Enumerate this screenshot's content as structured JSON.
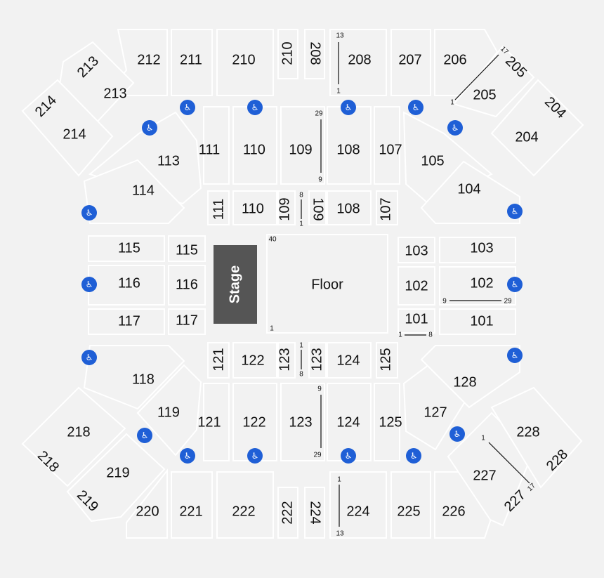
{
  "venue_map": {
    "stage_label": "Stage",
    "floor_label": "Floor",
    "floor_rows": {
      "top": "40",
      "bottom": "1"
    },
    "upper_level": {
      "top": [
        "212",
        "211",
        "210",
        "210",
        "208",
        "208",
        "207",
        "206",
        "205",
        "205",
        "204",
        "204",
        "213",
        "213",
        "214",
        "214"
      ],
      "bottom": [
        "218",
        "218",
        "219",
        "219",
        "220",
        "221",
        "222",
        "222",
        "224",
        "224",
        "225",
        "226",
        "227",
        "227",
        "228",
        "228"
      ]
    },
    "lower_level": {
      "top": [
        "113",
        "111",
        "110",
        "109",
        "108",
        "107",
        "105",
        "114",
        "104"
      ],
      "bottom": [
        "118",
        "119",
        "121",
        "122",
        "123",
        "124",
        "125",
        "127",
        "128"
      ]
    },
    "floor_sections": {
      "top": [
        "111",
        "110",
        "109",
        "109",
        "108",
        "107"
      ],
      "left": [
        "115",
        "116",
        "117"
      ],
      "right": [
        "103",
        "102",
        "101"
      ],
      "bottom": [
        "121",
        "122",
        "123",
        "123",
        "124",
        "125"
      ]
    },
    "side_sections": {
      "left": [
        "115",
        "116",
        "117"
      ],
      "right": [
        "103",
        "102",
        "101"
      ]
    },
    "row_labels": {
      "s208": [
        "13",
        "1"
      ],
      "s205": [
        "17",
        "1"
      ],
      "s109": [
        "29",
        "9"
      ],
      "s109_floor": [
        "8",
        "1"
      ],
      "s102": [
        "9",
        "29"
      ],
      "s101_floor": [
        "1",
        "8"
      ],
      "s123_floor": [
        "1",
        "8"
      ],
      "s123": [
        "9",
        "29"
      ],
      "s224": [
        "1",
        "13"
      ],
      "s227": [
        "1",
        "17"
      ]
    },
    "accessible_icon": "wheelchair-icon",
    "colors": {
      "section_fill": "#f2f2f2",
      "section_outline": "#ffffff",
      "stage": "#555555",
      "accessible": "#1f5fd6"
    }
  }
}
